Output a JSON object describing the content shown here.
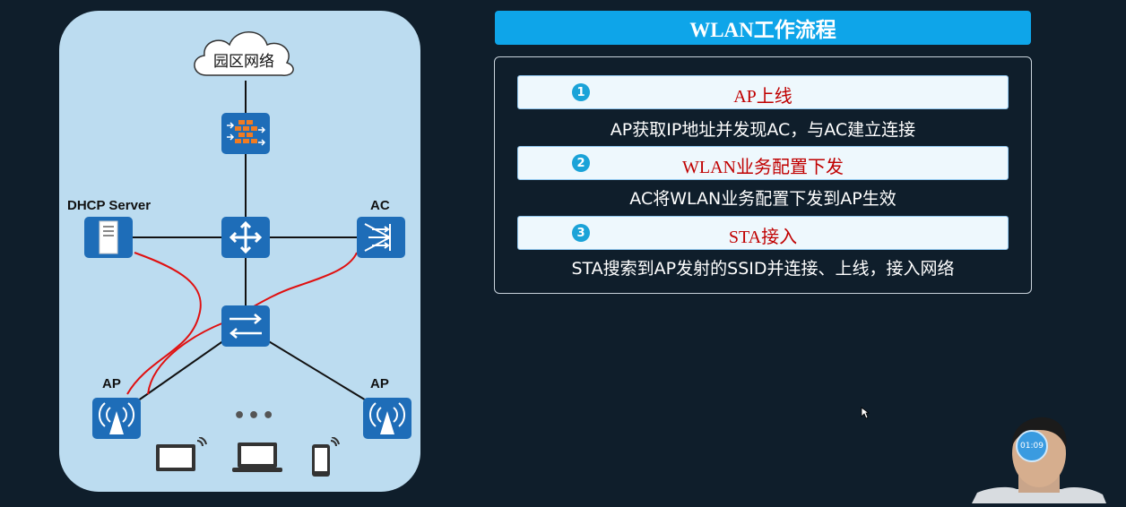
{
  "diagram": {
    "cloud_label": "园区网络",
    "dhcp_label": "DHCP Server",
    "ac_label": "AC",
    "ap_left_label": "AP",
    "ap_right_label": "AP",
    "ellipsis": "•••",
    "icons": [
      "cloud-icon",
      "firewall-icon",
      "router-icon",
      "server-icon",
      "ac-icon",
      "switch-icon",
      "ap-icon",
      "laptop-icon",
      "phone-icon"
    ]
  },
  "panel": {
    "title": "WLAN工作流程",
    "steps": [
      {
        "num": "1",
        "title": "AP上线",
        "desc": "AP获取IP地址并发现AC，与AC建立连接"
      },
      {
        "num": "2",
        "title": "WLAN业务配置下发",
        "desc": "AC将WLAN业务配置下发到AP生效"
      },
      {
        "num": "3",
        "title": "STA接入",
        "desc": "STA搜索到AP发射的SSID并连接、上线，接入网络"
      }
    ]
  },
  "video": {
    "timer": "01:09"
  },
  "colors": {
    "background": "#0f1e2b",
    "title_bar": "#0ea5e9",
    "step_title": "#c00000",
    "device": "#1e6db8",
    "annotation": "#e01010"
  }
}
